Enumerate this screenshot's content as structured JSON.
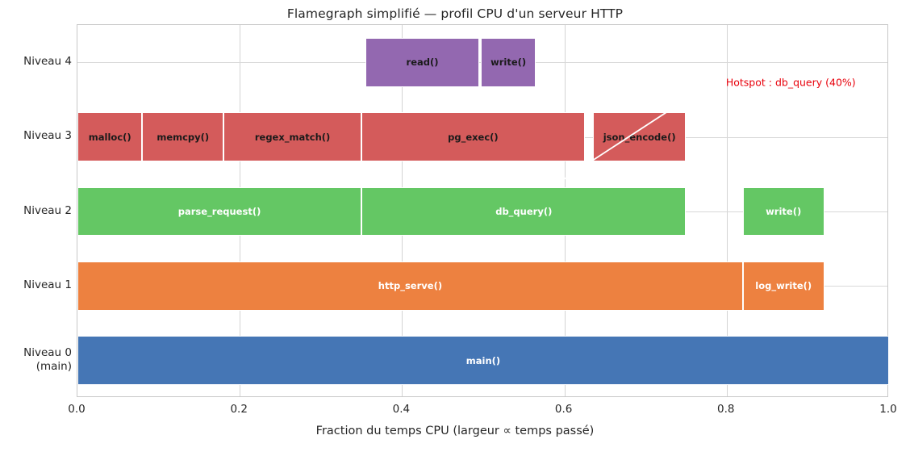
{
  "chart_data": {
    "type": "bar",
    "title": "Flamegraph simplifié — profil CPU d'un serveur HTTP",
    "xlabel": "Fraction du temps CPU (largeur ∝ temps passé)",
    "ylabel": "",
    "xlim": [
      0.0,
      1.0
    ],
    "xticks": [
      "0.0",
      "0.2",
      "0.4",
      "0.6",
      "0.8",
      "1.0"
    ],
    "xtick_values": [
      0.0,
      0.2,
      0.4,
      0.6,
      0.8,
      1.0
    ],
    "grid": true,
    "legend": "none",
    "levels": [
      {
        "name": "Niveau 0 (main)",
        "tick_lines": [
          "Niveau 0",
          "(main)"
        ],
        "index": 0,
        "color": "#4576b5",
        "text_color": "#ffffff",
        "frames": [
          {
            "label": "main()",
            "start": 0.0,
            "end": 1.0,
            "width": 1.0
          }
        ]
      },
      {
        "name": "Niveau 1",
        "tick_lines": [
          "Niveau 1"
        ],
        "index": 1,
        "color": "#ed8140",
        "text_color": "#ffffff",
        "frames": [
          {
            "label": "http_serve()",
            "start": 0.0,
            "end": 0.82,
            "width": 0.82
          },
          {
            "label": "log_write()",
            "start": 0.82,
            "end": 0.92,
            "width": 0.1
          }
        ]
      },
      {
        "name": "Niveau 2",
        "tick_lines": [
          "Niveau 2"
        ],
        "index": 2,
        "color": "#64c764",
        "text_color": "#ffffff",
        "frames": [
          {
            "label": "parse_request()",
            "start": 0.0,
            "end": 0.35,
            "width": 0.35
          },
          {
            "label": "db_query()",
            "start": 0.35,
            "end": 0.75,
            "width": 0.4
          },
          {
            "label": "write()",
            "start": 0.82,
            "end": 0.92,
            "width": 0.1
          }
        ]
      },
      {
        "name": "Niveau 3",
        "tick_lines": [
          "Niveau 3"
        ],
        "index": 3,
        "color": "#d45b5b",
        "text_color": "#1a1a1a",
        "frames": [
          {
            "label": "malloc()",
            "start": 0.0,
            "end": 0.08,
            "width": 0.08
          },
          {
            "label": "memcpy()",
            "start": 0.08,
            "end": 0.18,
            "width": 0.1
          },
          {
            "label": "regex_match()",
            "start": 0.18,
            "end": 0.35,
            "width": 0.17
          },
          {
            "label": "pg_exec()",
            "start": 0.35,
            "end": 0.625,
            "width": 0.275
          },
          {
            "label": "json_encode()",
            "start": 0.635,
            "end": 0.75,
            "width": 0.115
          }
        ]
      },
      {
        "name": "Niveau 4",
        "tick_lines": [
          "Niveau 4"
        ],
        "index": 4,
        "color": "#9368b0",
        "text_color": "#1a1a1a",
        "frames": [
          {
            "label": "read()",
            "start": 0.355,
            "end": 0.495,
            "width": 0.14
          },
          {
            "label": "write()",
            "start": 0.497,
            "end": 0.565,
            "width": 0.068
          }
        ]
      }
    ],
    "annotations": [
      {
        "text": "Hotspot : db_query (40%)",
        "color": "#e8000b",
        "text_x": 0.88,
        "text_y": 3.72,
        "arrow_from_x": 0.755,
        "arrow_from_y": 3.52,
        "arrow_to_x": 0.6,
        "arrow_to_y": 2.42,
        "arrow_color": "#ffffff"
      }
    ]
  },
  "colors": {
    "level0": "#4576b5",
    "level1": "#ed8140",
    "level2": "#64c764",
    "level3": "#d45b5b",
    "level4": "#9368b0",
    "accent": "#e8000b",
    "grid": "#d4d4d4",
    "axis": "#c8c8c8",
    "background": "#ffffff",
    "text": "#262626"
  }
}
